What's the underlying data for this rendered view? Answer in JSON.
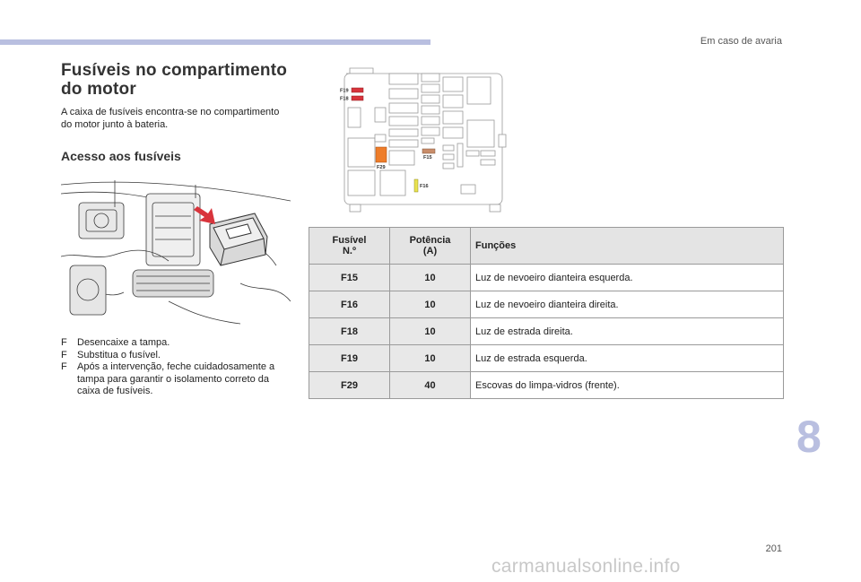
{
  "header": {
    "section_label": "Em caso de avaria"
  },
  "left": {
    "title_line1": "Fusíveis no compartimento",
    "title_line2": "do motor",
    "intro": "A caixa de fusíveis encontra-se no compartimento do motor junto à bateria.",
    "subtitle": "Acesso aos fusíveis",
    "steps": [
      "Desencaixe a tampa.",
      "Substitua o fusível.",
      "Após a intervenção, feche cuidadosamente a tampa para garantir o isolamento correto da caixa de fusíveis."
    ],
    "bullet_glyph": "F"
  },
  "diagram": {
    "labels": {
      "f19": "F19",
      "f18": "F18",
      "f29": "F29",
      "f15": "F15",
      "f16": "F16"
    },
    "colors": {
      "red": "#d8343c",
      "orange": "#ee7d2a",
      "tan": "#c98d6a",
      "yellow": "#e9e24f"
    }
  },
  "table": {
    "headers": {
      "fuse_line1": "Fusível",
      "fuse_line2": "N.º",
      "power_line1": "Potência",
      "power_line2": "(A)",
      "functions": "Funções"
    },
    "rows": [
      {
        "fuse": "F15",
        "power": "10",
        "function": "Luz de nevoeiro dianteira esquerda."
      },
      {
        "fuse": "F16",
        "power": "10",
        "function": "Luz de nevoeiro dianteira direita."
      },
      {
        "fuse": "F18",
        "power": "10",
        "function": "Luz de estrada direita."
      },
      {
        "fuse": "F19",
        "power": "10",
        "function": "Luz de estrada esquerda."
      },
      {
        "fuse": "F29",
        "power": "40",
        "function": "Escovas do limpa-vidros (frente)."
      }
    ]
  },
  "chapter_number": "8",
  "page_number": "201",
  "watermark": "carmanualsonline.info",
  "accent_color": "#b9bfe0"
}
